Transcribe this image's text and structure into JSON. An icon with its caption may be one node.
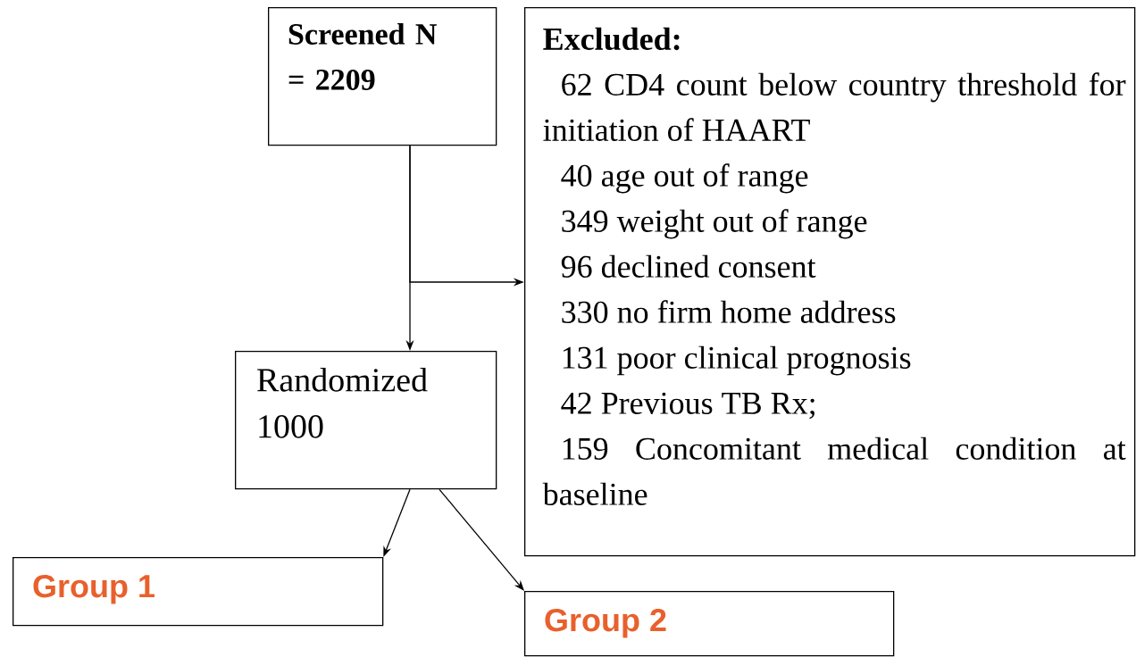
{
  "diagram": {
    "nodes": [
      {
        "text": [
          "Screened N = 2209"
        ]
      },
      {
        "text": [
          "Excluded:",
          "62 CD4 count below country threshold for initiation of HAART",
          "40 age out of range",
          "349 weight out of range",
          "96 declined consent",
          "330 no firm home address",
          "131 poor clinical prognosis",
          "42 Previous TB Rx;",
          "159 Concomitant medical condition at baseline"
        ]
      },
      {
        "text": [
          "Randomized 1000"
        ]
      },
      {
        "text": [
          "Group 1"
        ]
      },
      {
        "text": [
          "Group 2"
        ]
      }
    ],
    "edges": [
      {
        "from": 0,
        "to": 2,
        "arrow": "to"
      },
      {
        "from": 0,
        "to": 1,
        "arrow": "to"
      },
      {
        "from": 2,
        "to": 3,
        "arrow": "to"
      },
      {
        "from": 2,
        "to": 4,
        "arrow": "to"
      }
    ]
  }
}
